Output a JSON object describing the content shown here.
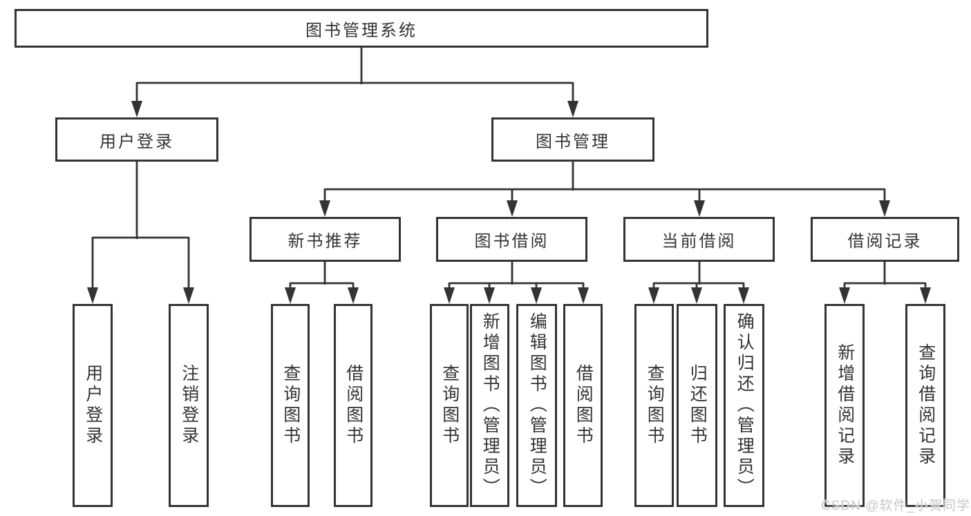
{
  "diagram": {
    "type": "hierarchy-tree",
    "tree": {
      "root": {
        "label": "图书管理系统"
      },
      "branches": [
        {
          "label": "用户登录",
          "children": [
            {
              "label": "用户登录"
            },
            {
              "label": "注销登录"
            }
          ]
        },
        {
          "label": "图书管理",
          "children": [
            {
              "label": "新书推荐",
              "children": [
                {
                  "label": "查询图书"
                },
                {
                  "label": "借阅图书"
                }
              ]
            },
            {
              "label": "图书借阅",
              "children": [
                {
                  "label": "查询图书"
                },
                {
                  "label": "新增图书（管理员）"
                },
                {
                  "label": "编辑图书（管理员）"
                },
                {
                  "label": "借阅图书"
                }
              ]
            },
            {
              "label": "当前借阅",
              "children": [
                {
                  "label": "查询图书"
                },
                {
                  "label": "归还图书"
                },
                {
                  "label": "确认归还（管理员）"
                }
              ]
            },
            {
              "label": "借阅记录",
              "children": [
                {
                  "label": "新增借阅记录"
                },
                {
                  "label": "查询借阅记录"
                }
              ]
            }
          ]
        }
      ]
    }
  },
  "watermark": {
    "text": "CSDN @软件_小贺同学"
  },
  "colors": {
    "background": "#ffffff",
    "line": "#333333",
    "text": "#333333",
    "box_background": "#ffffff",
    "watermark": "#c6c6c6"
  }
}
